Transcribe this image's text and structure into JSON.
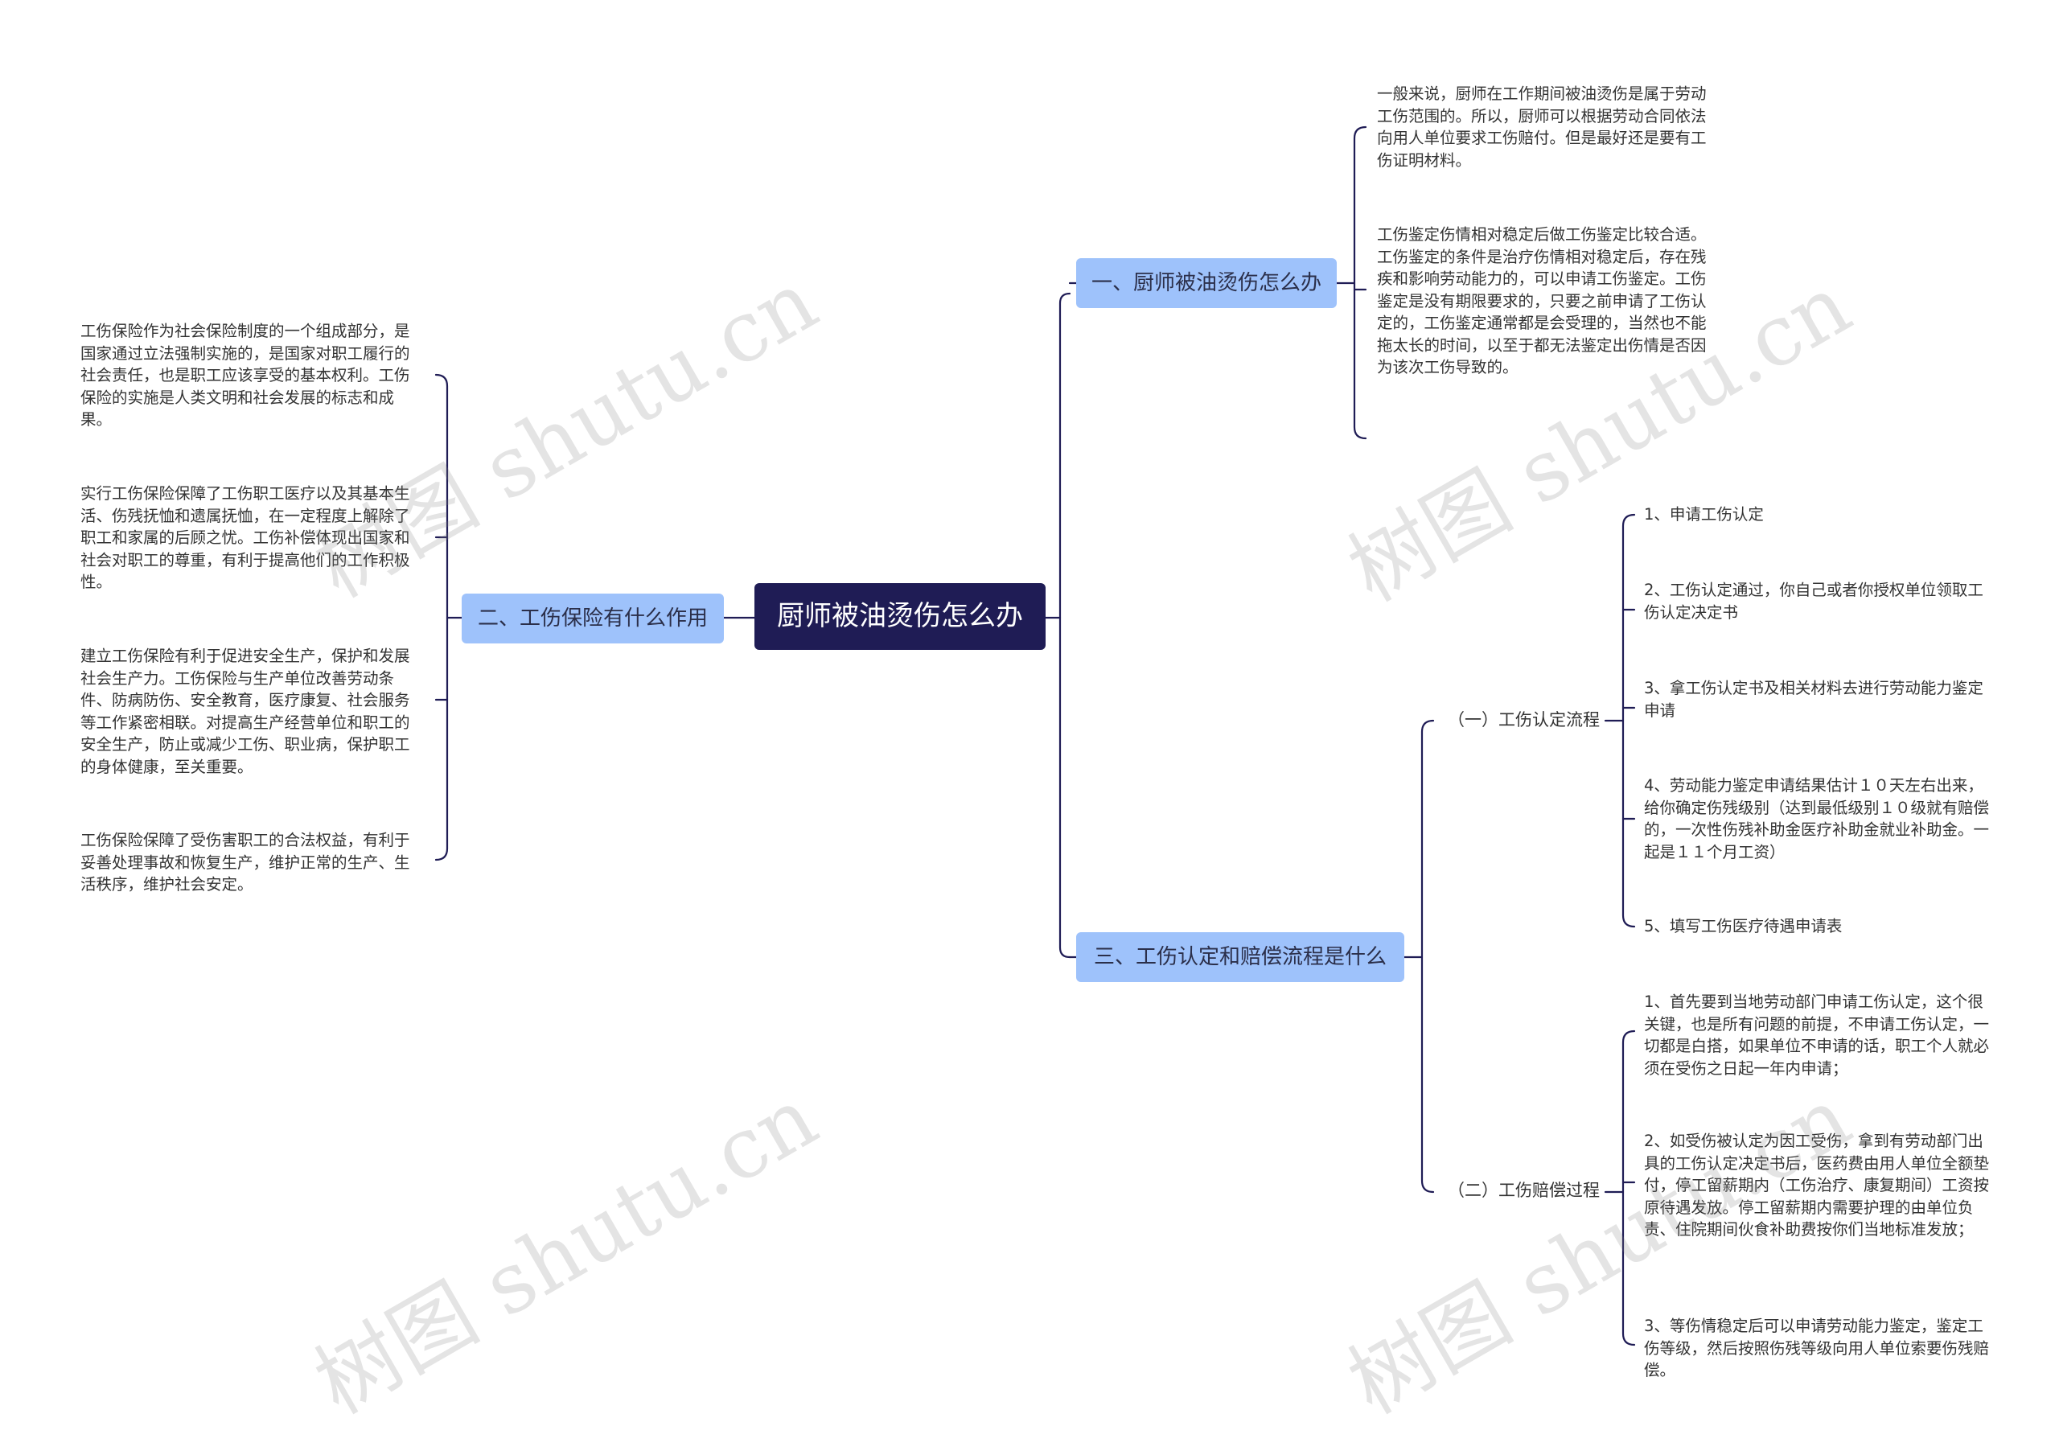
{
  "root": {
    "label": "厨师被油烫伤怎么办"
  },
  "branches": {
    "b1": {
      "label": "一、厨师被油烫伤怎么办",
      "leaves": [
        "一般来说，厨师在工作期间被油烫伤是属于劳动工伤范围的。所以，厨师可以根据劳动合同依法向用人单位要求工伤赔付。但是最好还是要有工伤证明材料。",
        "工伤鉴定伤情相对稳定后做工伤鉴定比较合适。工伤鉴定的条件是治疗伤情相对稳定后，存在残疾和影响劳动能力的，可以申请工伤鉴定。工伤鉴定是没有期限要求的，只要之前申请了工伤认定的，工伤鉴定通常都是会受理的，当然也不能拖太长的时间，以至于都无法鉴定出伤情是否因为该次工伤导致的。"
      ]
    },
    "b2": {
      "label": "二、工伤保险有什么作用",
      "leaves": [
        "工伤保险作为社会保险制度的一个组成部分，是国家通过立法强制实施的，是国家对职工履行的社会责任，也是职工应该享受的基本权利。工伤保险的实施是人类文明和社会发展的标志和成果。",
        "实行工伤保险保障了工伤职工医疗以及其基本生活、伤残抚恤和遗属抚恤，在一定程度上解除了职工和家属的后顾之忧。工伤补偿体现出国家和社会对职工的尊重，有利于提高他们的工作积极性。",
        "建立工伤保险有利于促进安全生产，保护和发展社会生产力。工伤保险与生产单位改善劳动条件、防病防伤、安全教育，医疗康复、社会服务等工作紧密相联。对提高生产经营单位和职工的安全生产，防止或减少工伤、职业病，保护职工的身体健康，至关重要。",
        "工伤保险保障了受伤害职工的合法权益，有利于妥善处理事故和恢复生产，维护正常的生产、生活秩序，维护社会安定。"
      ]
    },
    "b3": {
      "label": "三、工伤认定和赔偿流程是什么",
      "subs": [
        {
          "label": "（一）工伤认定流程",
          "leaves": [
            "1、申请工伤认定",
            "2、工伤认定通过，你自己或者你授权单位领取工伤认定决定书",
            "3、拿工伤认定书及相关材料去进行劳动能力鉴定申请",
            "4、劳动能力鉴定申请结果估计１０天左右出来，给你确定伤残级别（达到最低级别１０级就有赔偿的，一次性伤残补助金医疗补助金就业补助金。一起是１１个月工资）",
            "5、填写工伤医疗待遇申请表"
          ]
        },
        {
          "label": "（二）工伤赔偿过程",
          "leaves": [
            "1、首先要到当地劳动部门申请工伤认定，这个很关键，也是所有问题的前提，不申请工伤认定，一切都是白搭，如果单位不申请的话，职工个人就必须在受伤之日起一年内申请；",
            "2、如受伤被认定为因工受伤，拿到有劳动部门出具的工伤认定决定书后，医药费由用人单位全额垫付，停工留薪期内（工伤治疗、康复期间）工资按原待遇发放。停工留薪期内需要护理的由单位负责、住院期间伙食补助费按你们当地标准发放；",
            "3、等伤情稳定后可以申请劳动能力鉴定，鉴定工伤等级，然后按照伤残等级向用人单位索要伤残赔偿。"
          ]
        }
      ]
    }
  },
  "watermarks": [
    "树图 shutu.cn",
    "树图 shutu.cn",
    "树图 shutu.cn",
    "树图 shutu.cn"
  ],
  "colors": {
    "root_fill": "#1f1c55",
    "branch_fill": "#9ec2fb",
    "line": "#1f1c55",
    "text": "#333333"
  }
}
